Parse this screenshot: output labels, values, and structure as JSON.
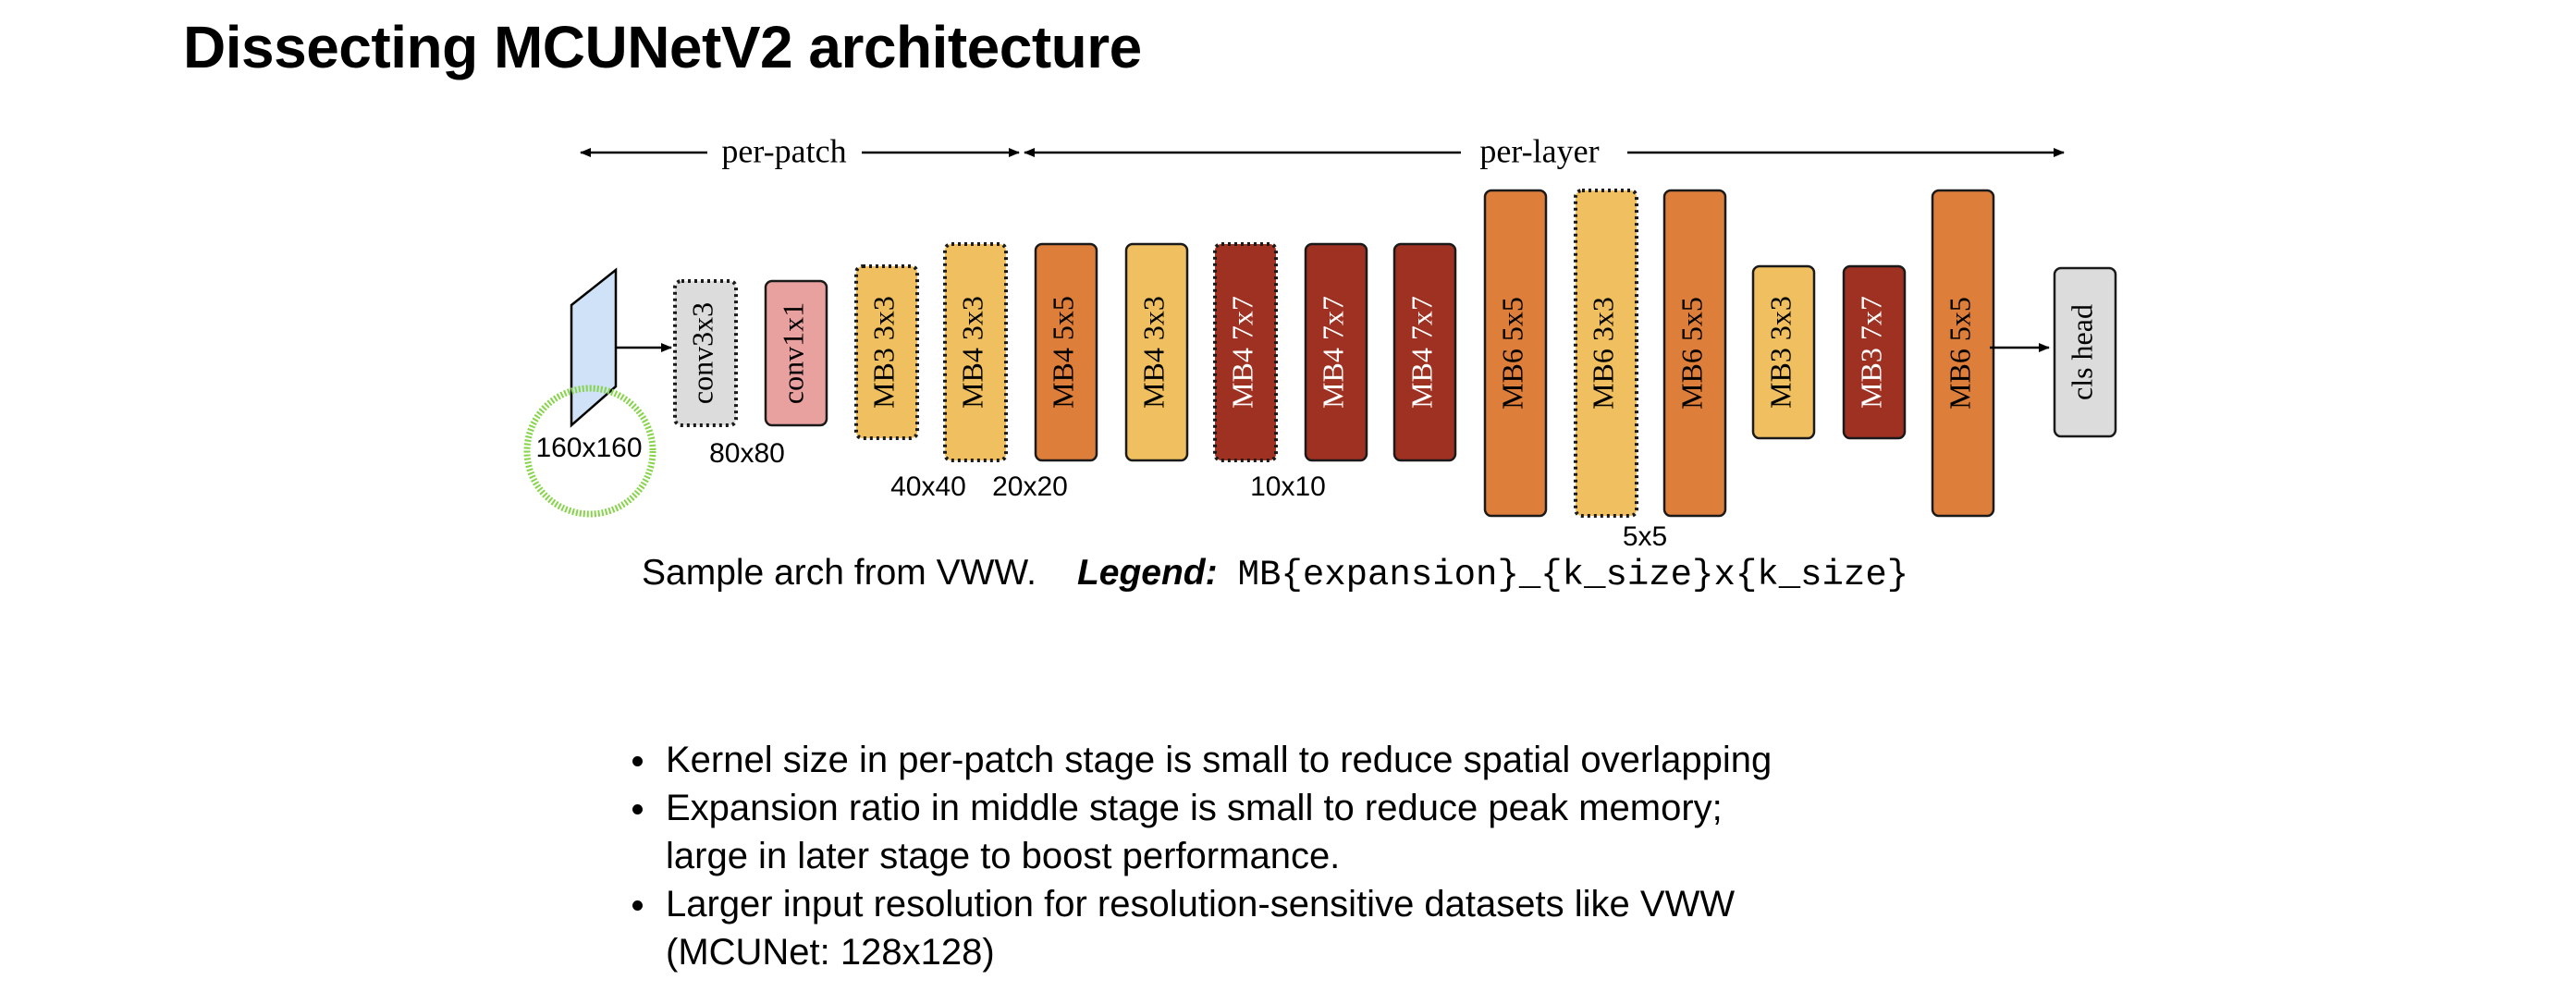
{
  "title": "Dissecting MCUNetV2 architecture",
  "diagram": {
    "stage_labels": {
      "per_patch": "per-patch",
      "per_layer": "per-layer"
    },
    "blocks": [
      {
        "label": "conv3x3",
        "style": "dotted",
        "color": "#dcdcdc"
      },
      {
        "label": "conv1x1",
        "style": "solid",
        "color": "#e8a19e"
      },
      {
        "label": "MB3 3x3",
        "style": "dotted",
        "color": "#f0c060"
      },
      {
        "label": "MB4 3x3",
        "style": "dotted",
        "color": "#f0c060"
      },
      {
        "label": "MB4 5x5",
        "style": "solid",
        "color": "#dd7e3a"
      },
      {
        "label": "MB4 3x3",
        "style": "solid",
        "color": "#f0c060"
      },
      {
        "label": "MB4 7x7",
        "style": "dotted",
        "color": "#9e3122"
      },
      {
        "label": "MB4 7x7",
        "style": "solid",
        "color": "#9e3122"
      },
      {
        "label": "MB4 7x7",
        "style": "solid",
        "color": "#9e3122"
      },
      {
        "label": "MB6 5x5",
        "style": "solid",
        "color": "#dd7e3a"
      },
      {
        "label": "MB6 3x3",
        "style": "dotted",
        "color": "#f0c060"
      },
      {
        "label": "MB6 5x5",
        "style": "solid",
        "color": "#dd7e3a"
      },
      {
        "label": "MB3 3x3",
        "style": "solid",
        "color": "#f0c060"
      },
      {
        "label": "MB3 7x7",
        "style": "solid",
        "color": "#9e3122"
      },
      {
        "label": "MB6 5x5",
        "style": "solid",
        "color": "#dd7e3a"
      },
      {
        "label": "cls head",
        "style": "solid",
        "color": "#dcdcdc"
      }
    ],
    "resolutions": {
      "input": "160x160",
      "r80": "80x80",
      "r40": "40x40",
      "r20": "20x20",
      "r10": "10x10",
      "r5": "5x5"
    },
    "colors": {
      "input_plane": "#cfe2f8",
      "highlight_circle": "#86d44a"
    }
  },
  "caption": {
    "text": "Sample arch from VWW.",
    "legend_label": "Legend",
    "legend_colon": ":",
    "legend_code": "MB{expansion}_{k_size}x{k_size}"
  },
  "bullets": [
    {
      "lines": [
        "Kernel size in per-patch stage is small to reduce spatial overlapping"
      ]
    },
    {
      "lines": [
        "Expansion ratio in middle stage is small to reduce peak memory;",
        "large in later stage to boost performance."
      ]
    },
    {
      "lines": [
        "Larger input resolution for resolution-sensitive datasets like VWW",
        "(MCUNet: 128x128)"
      ]
    }
  ]
}
